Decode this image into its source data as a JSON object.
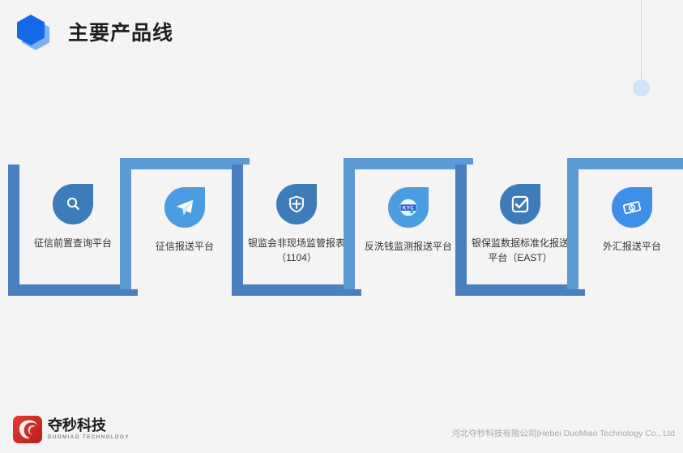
{
  "header": {
    "title": "主要产品线",
    "hex_icon": "hexagon-icon",
    "hex_color": "#1568e8",
    "hex_shadow_color": "#7db0ef"
  },
  "decoration": {
    "pendulum_icon": "pendulum-line-dot",
    "line_color": "#bcdcf8",
    "dot_color": "#cfe4f9"
  },
  "colors": {
    "bracket_dark": "#4a7fc1",
    "bracket_light": "#5b9bd5",
    "background": "#f4f4f4",
    "label_text": "#333333",
    "logo_red": "#d32d26"
  },
  "flow": {
    "steps": [
      {
        "label": "征信前置查询平台",
        "icon": "magnifier-icon",
        "icon_color": "#3d7cb8",
        "bracket_color": "#4a7fc1",
        "orientation": "open-top"
      },
      {
        "label": "征信报送平台",
        "icon": "paper-plane-icon",
        "icon_color": "#4a9de0",
        "bracket_color": "#5b9bd5",
        "orientation": "open-bottom"
      },
      {
        "label": "银监会非现场监管报表（1104）",
        "icon": "shield-cross-icon",
        "icon_color": "#3d7cb8",
        "bracket_color": "#4a7fc1",
        "orientation": "open-top"
      },
      {
        "label": "反洗钱监测报送平台",
        "icon": "kyc-badge-icon",
        "icon_color": "#4a9de0",
        "bracket_color": "#5b9bd5",
        "orientation": "open-bottom"
      },
      {
        "label": "银保监数据标准化报送平台（EAST）",
        "icon": "checkbox-check-icon",
        "icon_color": "#3d7cb8",
        "bracket_color": "#4a7fc1",
        "orientation": "open-top"
      },
      {
        "label": "外汇报送平台",
        "icon": "banknote-dollar-icon",
        "icon_color": "#3d8fe8",
        "bracket_color": "#5b9bd5",
        "orientation": "open-bottom"
      }
    ]
  },
  "footer": {
    "logo_icon": "duomiao-logo-icon",
    "logo_cn": "夺秒科技",
    "logo_en": "DUOMIAO TECHNOLOGY",
    "company": "河北夺秒科技有限公司|Hebei DuoMiao Technology Co., Ltd"
  }
}
